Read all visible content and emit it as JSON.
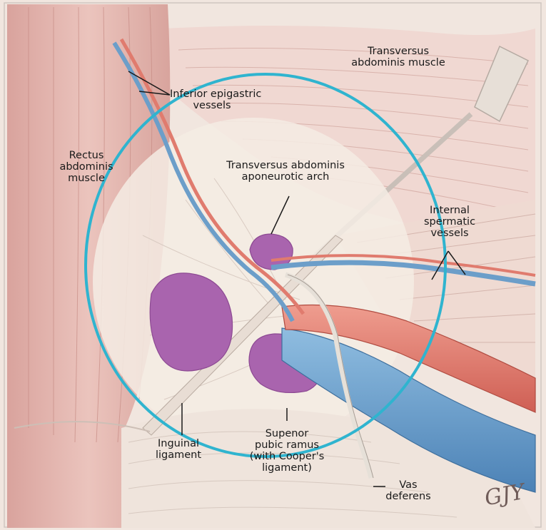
{
  "labels": {
    "transversus_muscle": [
      "Transversus",
      "abdominis muscle"
    ],
    "inferior_epigastric": [
      "Inferior epigastric",
      "vessels"
    ],
    "rectus_muscle": [
      "Rectus",
      "abdominis",
      "muscle"
    ],
    "aponeurotic_arch": [
      "Transversus abdominis",
      "aponeurotic arch"
    ],
    "internal_spermatic": [
      "Internal",
      "spermatic",
      "vessels"
    ],
    "inguinal_ligament": [
      "Inguinal",
      "ligament"
    ],
    "superior_pubic_ramus": [
      "Supenor",
      "pubic ramus",
      "(with Cooper's",
      "ligament)"
    ],
    "vas_deferens": [
      "Vas",
      "deferens"
    ]
  },
  "signature": "GJY",
  "colors": {
    "background": "#f1e6df",
    "muscle": "#e3b7b0",
    "fascia": "#f4ece4",
    "artery": "#e07b6e",
    "vein": "#6c9ec9",
    "hernia_region": "#a964ae",
    "circle": "#2fb4cf",
    "leader": "#1a1a1a"
  }
}
